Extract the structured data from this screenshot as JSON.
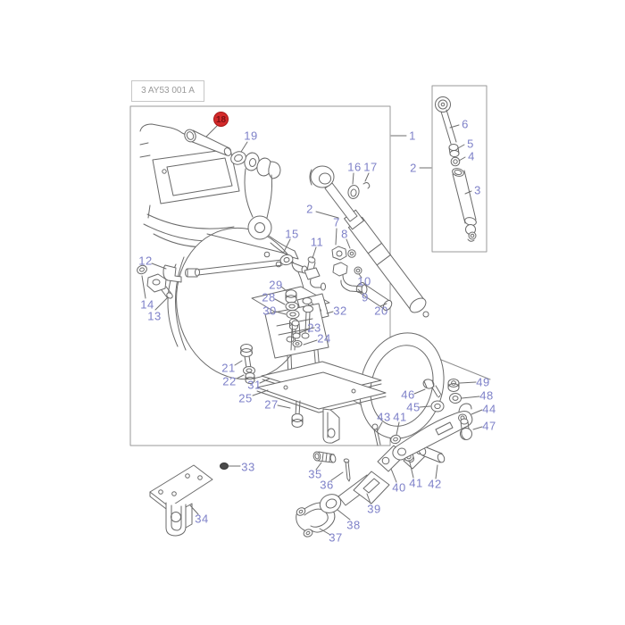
{
  "diagram_code": "3 AY53 001 A",
  "highlighted_part": "18",
  "colors": {
    "label": "#7e81c8",
    "line": "#6a6a6a",
    "frame_border": "#9a9a9a",
    "highlight_bg": "#d42b2b",
    "highlight_text": "#7e1014",
    "code_text": "#9a9a9a"
  },
  "labels": {
    "p1": "1",
    "p2a": "2",
    "p2b": "2",
    "p3": "3",
    "p4": "4",
    "p5": "5",
    "p6": "6",
    "p7": "7",
    "p8": "8",
    "p9": "9",
    "p10": "10",
    "p11": "11",
    "p12": "12",
    "p13": "13",
    "p14": "14",
    "p15": "15",
    "p16": "16",
    "p17": "17",
    "p18": "18",
    "p19": "19",
    "p20": "20",
    "p21": "21",
    "p22": "22",
    "p23": "23",
    "p24": "24",
    "p25": "25",
    "p27": "27",
    "p28": "28",
    "p29": "29",
    "p30": "30",
    "p31": "31",
    "p32": "32",
    "p33": "33",
    "p34": "34",
    "p35": "35",
    "p36": "36",
    "p37": "37",
    "p38": "38",
    "p39": "39",
    "p40": "40",
    "p41a": "41",
    "p41b": "41",
    "p42": "42",
    "p43": "43",
    "p44": "44",
    "p45": "45",
    "p46": "46",
    "p47": "47",
    "p48": "48",
    "p49": "49"
  }
}
